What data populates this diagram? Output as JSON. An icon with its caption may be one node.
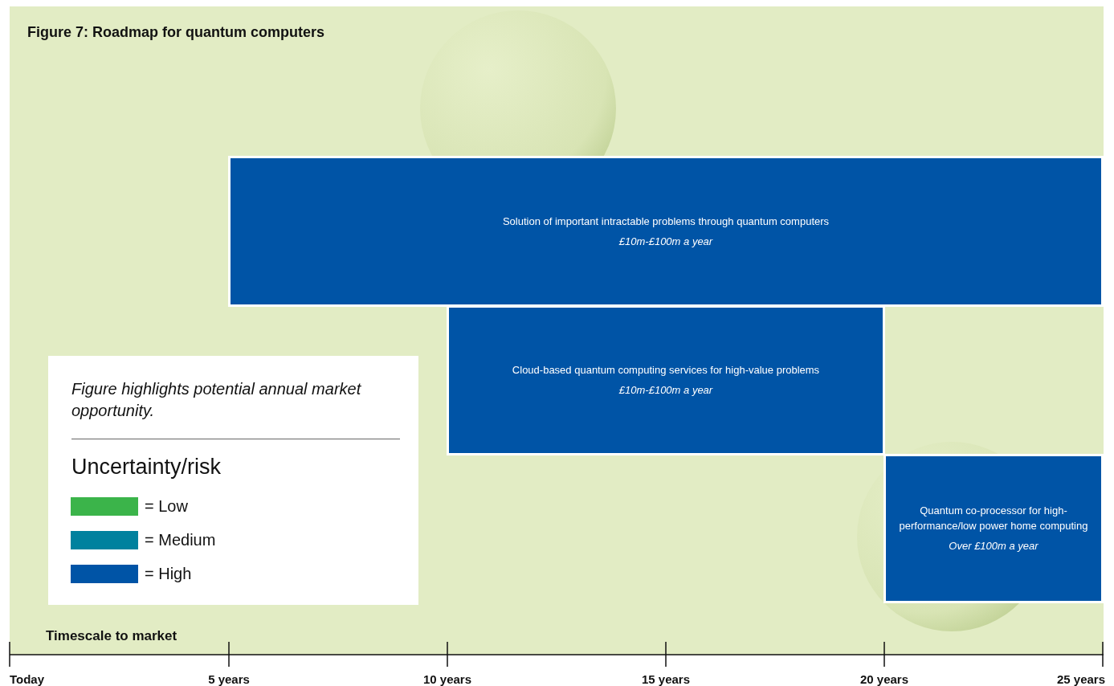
{
  "diagram": {
    "title": "Figure 7: Roadmap for quantum computers",
    "nodes": [
      {
        "text": [
          "Solution of important intractable problems through quantum computers",
          "£10m-£100m a year"
        ]
      },
      {
        "text": [
          "Cloud-based quantum computing services for high-value problems",
          "£10m-£100m a year"
        ]
      },
      {
        "text": [
          "Quantum co-processor for high-performance/low power home computing",
          "Over £100m a year"
        ]
      }
    ],
    "labels": [
      "Figure highlights potential annual market opportunity.",
      "Uncertainty/risk",
      "Timescale to market",
      "Today",
      "5 years",
      "10 years",
      "15 years",
      "20 years",
      "25 years"
    ],
    "legend": [
      {
        "text": "= Low",
        "color": "#3bb44a"
      },
      {
        "text": "= Medium",
        "color": "#00819e"
      },
      {
        "text": "= High",
        "color": "#0054a6"
      }
    ]
  }
}
